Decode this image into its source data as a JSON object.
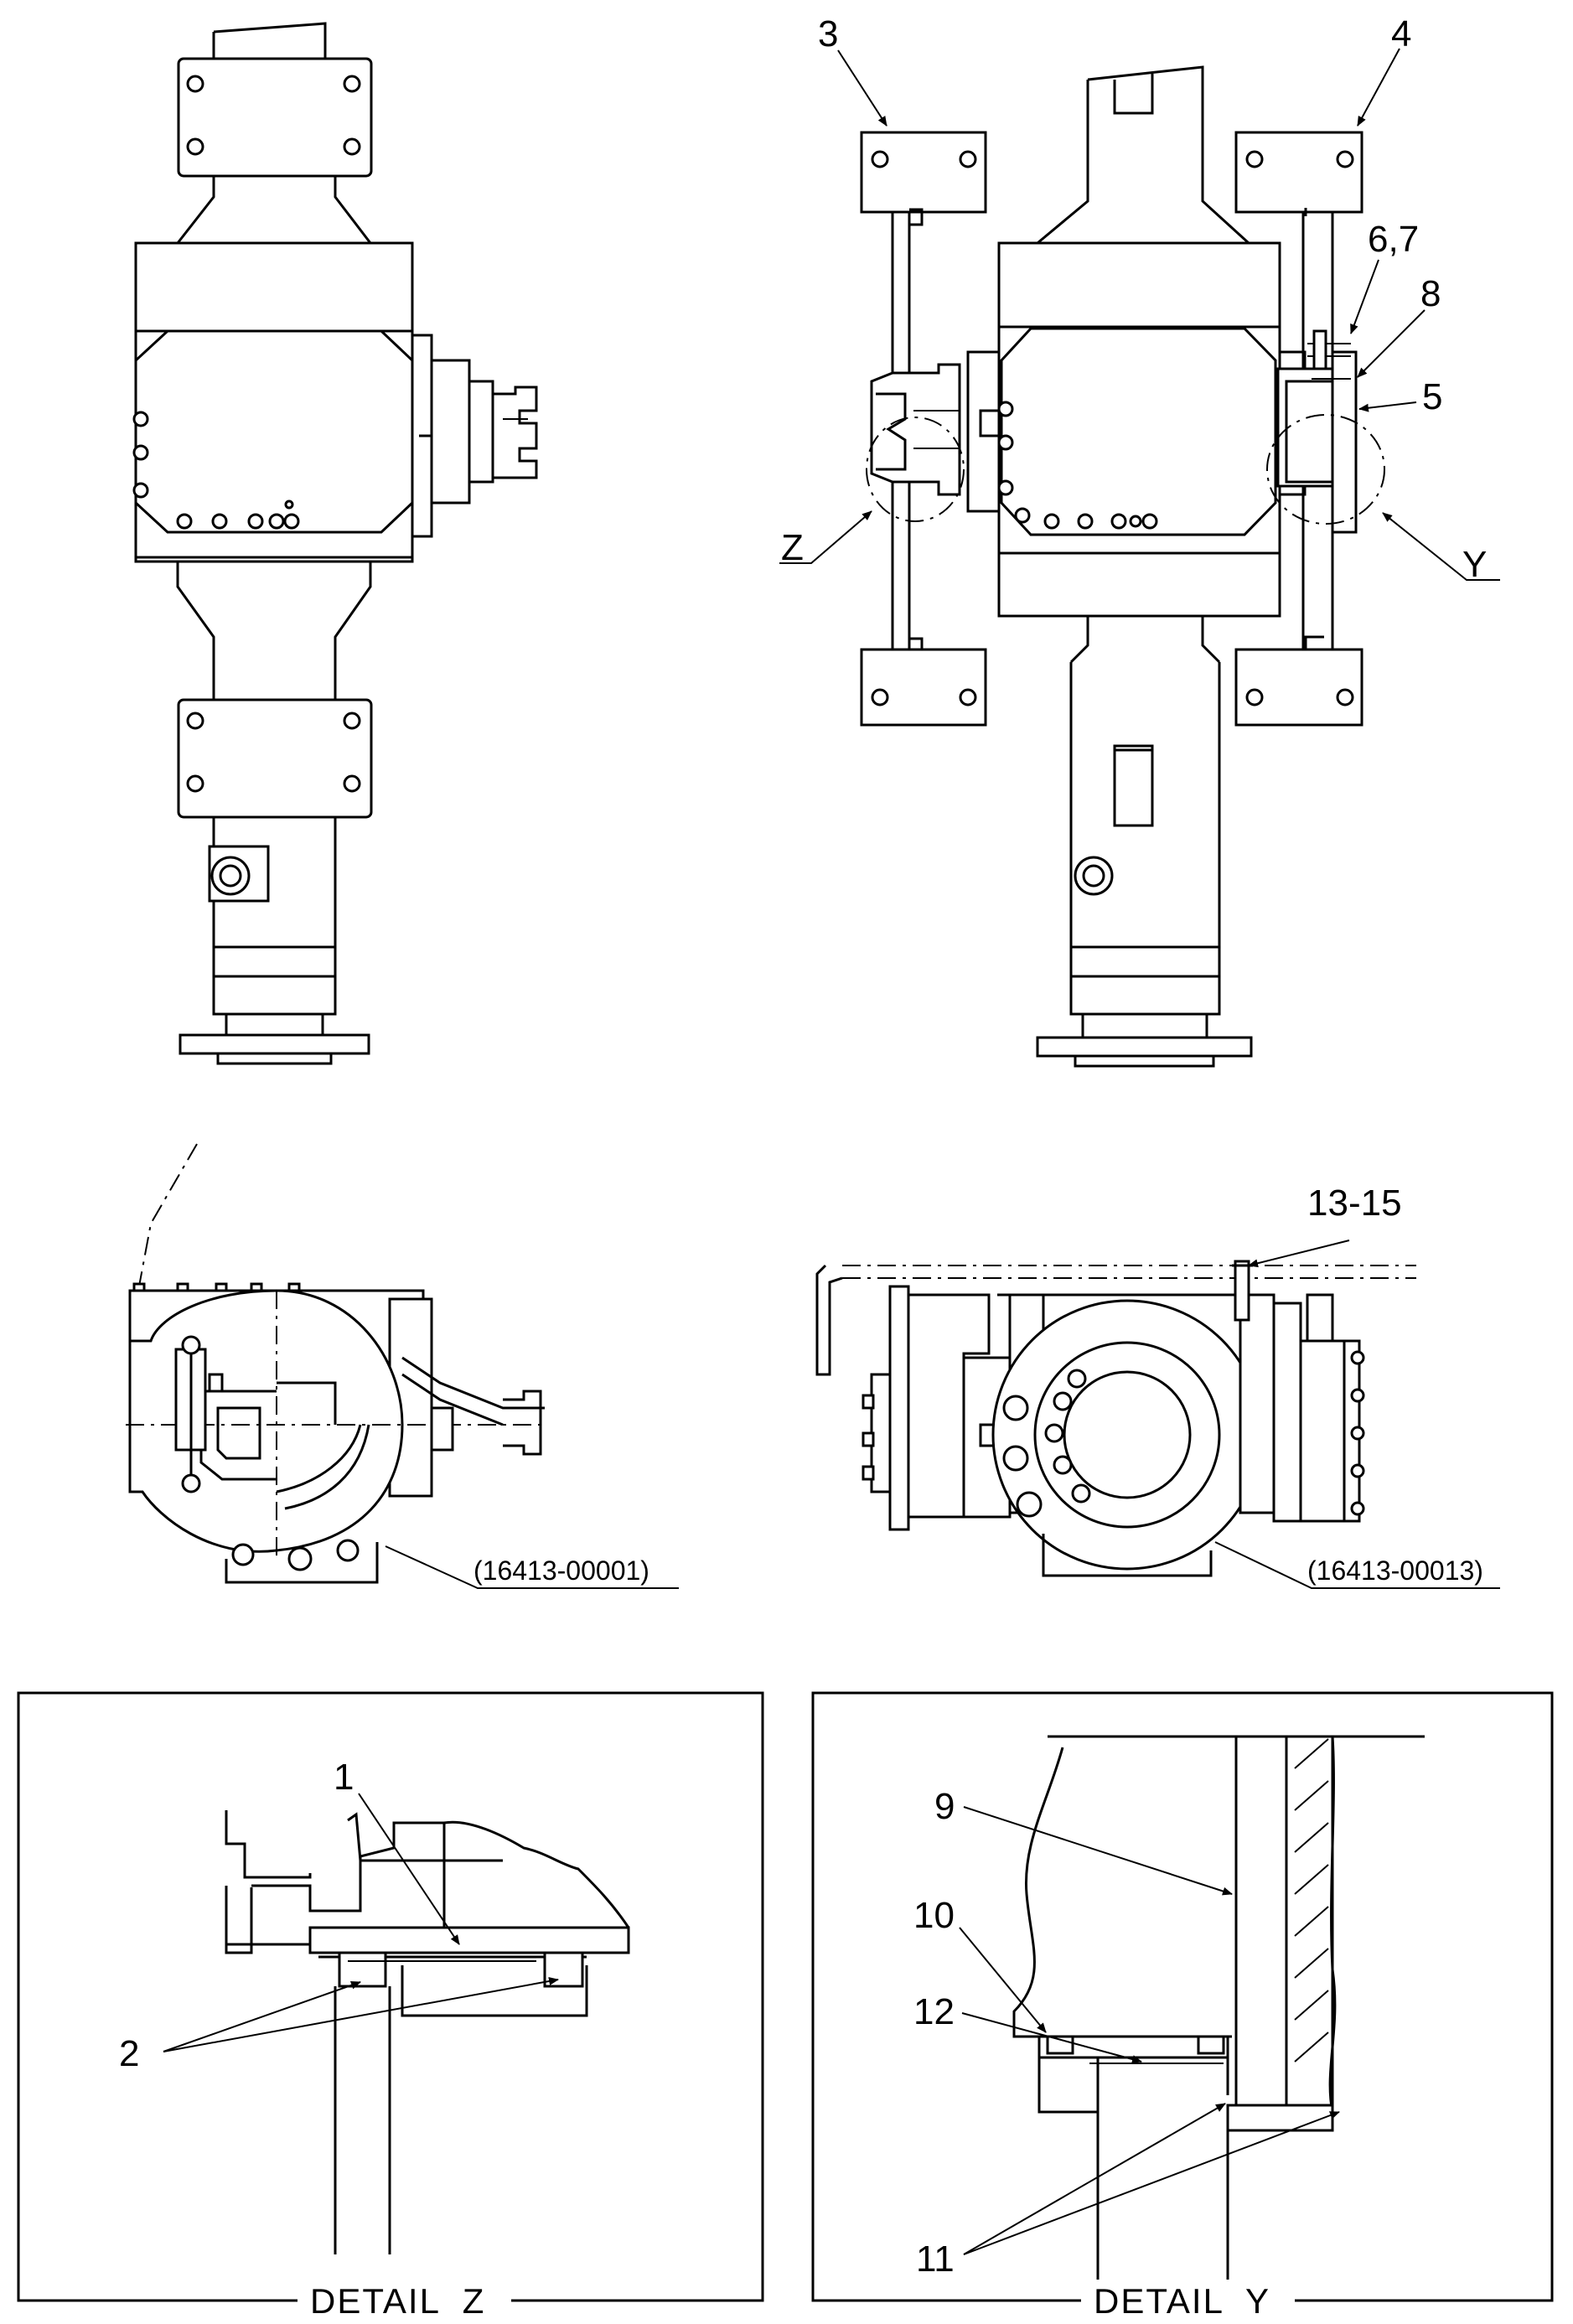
{
  "callouts": {
    "c3": "3",
    "c4": "4",
    "c67": "6,7",
    "c8": "8",
    "c5": "5",
    "cz": "Z",
    "cy": "Y",
    "c1315": "13-15",
    "c1": "1",
    "c2": "2",
    "c9": "9",
    "c10": "10",
    "c12": "12",
    "c11": "11"
  },
  "references": {
    "left_view": "(16413-00001)",
    "right_view": "(16413-00013)"
  },
  "details": {
    "z_caption": "DETAIL  Z",
    "y_caption": "DETAIL  Y"
  }
}
